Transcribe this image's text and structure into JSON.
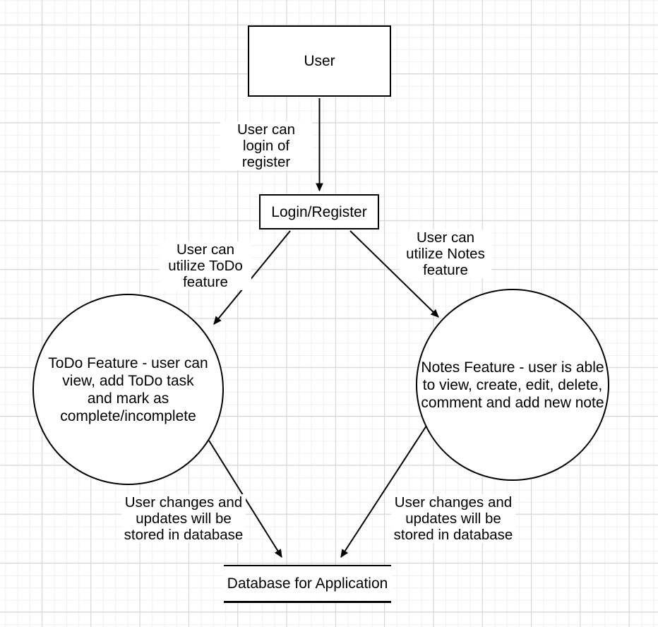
{
  "canvas": {
    "background_color": "#ffffff",
    "grid_minor_color": "#f1f1f1",
    "grid_major_color": "#d4d4d4",
    "stroke_color": "#000000",
    "text_color": "#000000"
  },
  "nodes": {
    "user": {
      "shape": "rectangle",
      "label": "User"
    },
    "login": {
      "shape": "rectangle",
      "label": "Login/Register"
    },
    "todo": {
      "shape": "circle",
      "label": "ToDo Feature - user can\nview, add ToDo task\nand mark as\ncomplete/incomplete"
    },
    "notes": {
      "shape": "circle",
      "label": "Notes Feature - user is able\nto view, create, edit, delete,\ncomment and add new note"
    },
    "database": {
      "shape": "data-store",
      "label": "Database for Application"
    }
  },
  "edges": [
    {
      "from": "user",
      "to": "login",
      "label": "User can\nlogin of\nregister"
    },
    {
      "from": "login",
      "to": "todo",
      "label": "User can\nutilize ToDo\nfeature"
    },
    {
      "from": "login",
      "to": "notes",
      "label": "User can\nutilize Notes\nfeature"
    },
    {
      "from": "todo",
      "to": "database",
      "label": "User changes and\nupdates will be\nstored in database"
    },
    {
      "from": "notes",
      "to": "database",
      "label": "User changes and\nupdates will be\nstored in database"
    }
  ]
}
